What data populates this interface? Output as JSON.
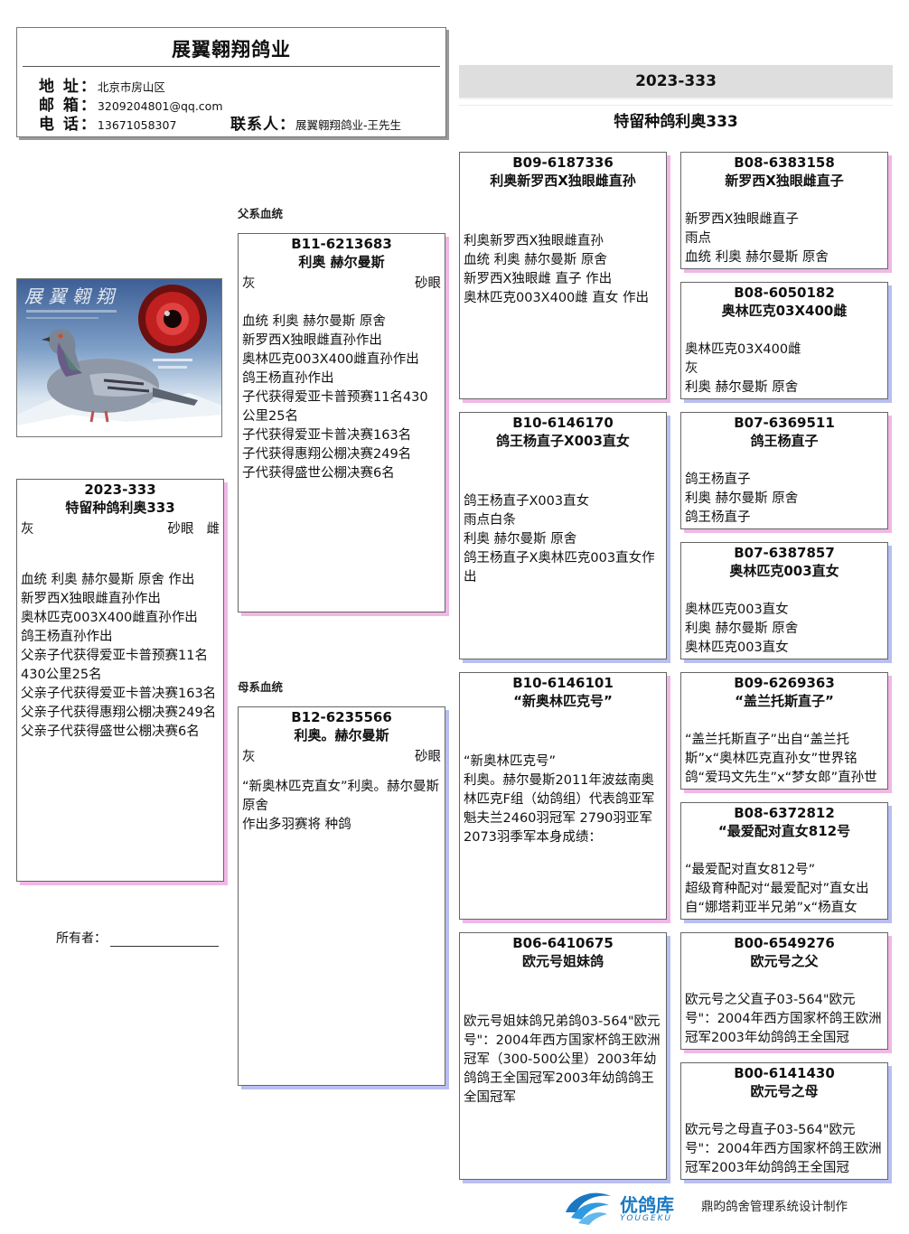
{
  "header": {
    "title": "展翼翱翔鸽业",
    "address_label": "地 址：",
    "address": "北京市房山区",
    "email_label": "邮 箱：",
    "email": "3209204801@qq.com",
    "phone_label": "电 话：",
    "phone": "13671058307",
    "contact_label": "联系人：",
    "contact": "展翼翱翔鸽业-王先生"
  },
  "banner": {
    "ring": "2023-333",
    "name": "特留种鸽利奥333"
  },
  "sections": {
    "sire": "父系血统",
    "dam": "母系血统"
  },
  "subject": {
    "ring": "2023-333",
    "name": "特留种鸽利奥333",
    "color": "灰",
    "eye": "砂眼",
    "sex": "雌",
    "lines": [
      "血统 利奥 赫尔曼斯 原舍 作出",
      "新罗西X独眼雌直孙作出",
      "奥林匹克003X400雌直孙作出",
      "鸽王杨直孙作出",
      "父亲子代获得爱亚卡普预赛11名430公里25名",
      "父亲子代获得爱亚卡普决赛163名",
      "父亲子代获得惠翔公棚决赛249名",
      "父亲子代获得盛世公棚决赛6名"
    ]
  },
  "sire": {
    "ring": "B11-6213683",
    "name": "利奥 赫尔曼斯",
    "color": "灰",
    "eye": "砂眼",
    "lines": [
      "血统 利奥 赫尔曼斯 原舍",
      "新罗西X独眼雌直孙作出",
      "奥林匹克003X400雌直孙作出",
      "鸽王杨直孙作出",
      "子代获得爱亚卡普预赛11名430公里25名",
      "子代获得爱亚卡普决赛163名",
      "子代获得惠翔公棚决赛249名",
      "子代获得盛世公棚决赛6名"
    ]
  },
  "dam": {
    "ring": "B12-6235566",
    "name": "利奥。赫尔曼斯",
    "color": "灰",
    "eye": "砂眼",
    "lines": [
      "“新奥林匹克直女”利奥。赫尔曼斯原舍",
      "作出多羽赛将 种鸽"
    ]
  },
  "gp": [
    {
      "ring": "B09-6187336",
      "name": "利奥新罗西X独眼雌直孙",
      "lines": [
        "利奥新罗西X独眼雌直孙",
        "血统 利奥 赫尔曼斯 原舍",
        "新罗西X独眼雌 直子 作出",
        "奥林匹克003X400雌 直女 作出"
      ]
    },
    {
      "ring": "B10-6146170",
      "name": "鸽王杨直子X003直女",
      "lines": [
        "鸽王杨直子X003直女",
        "雨点白条",
        "利奥 赫尔曼斯 原舍",
        "鸽王杨直子X奥林匹克003直女作出"
      ]
    },
    {
      "ring": "B10-6146101",
      "name": "“新奥林匹克号”",
      "lines": [
        "“新奥林匹克号”",
        "利奥。赫尔曼斯2011年波兹南奥林匹克F组（幼鸽组）代表鸽亚军魁夫兰2460羽冠军 2790羽亚军2073羽季军本身成绩："
      ]
    },
    {
      "ring": "B06-6410675",
      "name": "欧元号姐妹鸽",
      "lines": [
        "欧元号姐妹鸽兄弟鸽03-564\"欧元号\"：2004年西方国家杯鸽王欧洲冠军（300-500公里）2003年幼鸽鸽王全国冠军2003年幼鸽鸽王全国冠军"
      ]
    }
  ],
  "ggp": [
    {
      "ring": "B08-6383158",
      "name": "新罗西X独眼雌直子",
      "lines": [
        "新罗西X独眼雌直子",
        "雨点",
        "血统 利奥 赫尔曼斯 原舍"
      ]
    },
    {
      "ring": "B08-6050182",
      "name": "奥林匹克03X400雌",
      "lines": [
        "奥林匹克03X400雌",
        "灰",
        "利奥 赫尔曼斯 原舍"
      ]
    },
    {
      "ring": "B07-6369511",
      "name": "鸽王杨直子",
      "lines": [
        "鸽王杨直子",
        "利奥 赫尔曼斯 原舍",
        "鸽王杨直子"
      ]
    },
    {
      "ring": "B07-6387857",
      "name": "奥林匹克003直女",
      "lines": [
        "奥林匹克003直女",
        "利奥 赫尔曼斯 原舍",
        "奥林匹克003直女"
      ]
    },
    {
      "ring": "B09-6269363",
      "name": "“盖兰托斯直子”",
      "lines": [
        "“盖兰托斯直子”出自“盖兰托斯”x“奥林匹克直孙女”世界铭鸽“爱玛文先生”x“梦女郎”直孙世界铭"
      ]
    },
    {
      "ring": "B08-6372812",
      "name": "“最爱配对直女812号",
      "lines": [
        "“最爱配对直女812号”",
        "超级育种配对“最爱配对”直女出自“娜塔莉亚半兄弟”x“杨直女"
      ]
    },
    {
      "ring": "B00-6549276",
      "name": "欧元号之父",
      "lines": [
        "欧元号之父直子03-564\"欧元号\"：2004年西方国家杯鸽王欧洲冠军2003年幼鸽鸽王全国冠"
      ]
    },
    {
      "ring": "B00-6141430",
      "name": "欧元号之母",
      "lines": [
        "欧元号之母直子03-564\"欧元号\"：2004年西方国家杯鸽王欧洲冠军2003年幼鸽鸽王全国冠"
      ]
    }
  ],
  "owner_label": "所有者：",
  "footer": {
    "brand": "优鸽库",
    "brand_en": "YOUGEKU",
    "note": "鼎昀鸽舍管理系统设计制作"
  },
  "colors": {
    "male_shadow": "#f0b8e6",
    "female_shadow": "#b9bff0",
    "banner_bg": "#dedede",
    "brand_blue": "#1a78c2"
  }
}
